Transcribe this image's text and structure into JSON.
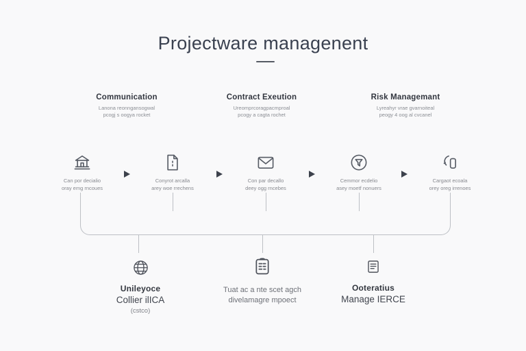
{
  "title": "Projectware managenent",
  "headers": [
    {
      "label": "Communication",
      "sub1": "Lanona reonngansogwal",
      "sub2": "pcogj s oogya rocket"
    },
    {
      "label": "Contract Exeution",
      "sub1": "Ureomprcoragpacmproal",
      "sub2": "pcogy a cagta rochet"
    },
    {
      "label": "Risk Managemant",
      "sub1": "Lyreahyr vrae gvarnoiteal",
      "sub2": "peogy 4 oog al cvcanel"
    }
  ],
  "flow": [
    {
      "icon": "bank-icon",
      "line1": "Can por decialio",
      "line2": "oray emg rncoues"
    },
    {
      "icon": "document-icon",
      "line1": "Conyrot arcalla",
      "line2": "arey woe rrechens"
    },
    {
      "icon": "mail-icon",
      "line1": "Con par decallo",
      "line2": "deey ogg rncebes"
    },
    {
      "icon": "funnel-icon",
      "line1": "Cemmor ecdelio",
      "line2": "asey moetf nonuers"
    },
    {
      "icon": "sync-icon",
      "line1": "Cargaot ecoala",
      "line2": "orey oreg irrenoes"
    }
  ],
  "bottom": [
    {
      "icon": "globe-icon",
      "title": "Unileyoce",
      "line1": "Collier ilICA",
      "line2": "(cstco)"
    },
    {
      "icon": "clipboard-icon",
      "line1": "Tuat ac a nte scet agch",
      "line2": "divelamagre mpoect"
    },
    {
      "icon": "note-icon",
      "title": "Ooteratius",
      "line1": "Manage IERCE"
    }
  ],
  "colors": {
    "background": "#f9f9fa",
    "text_dark": "#33373f",
    "text_muted": "#87898f",
    "connector_line": "#bcbfc4",
    "arrow": "#3d424c"
  }
}
